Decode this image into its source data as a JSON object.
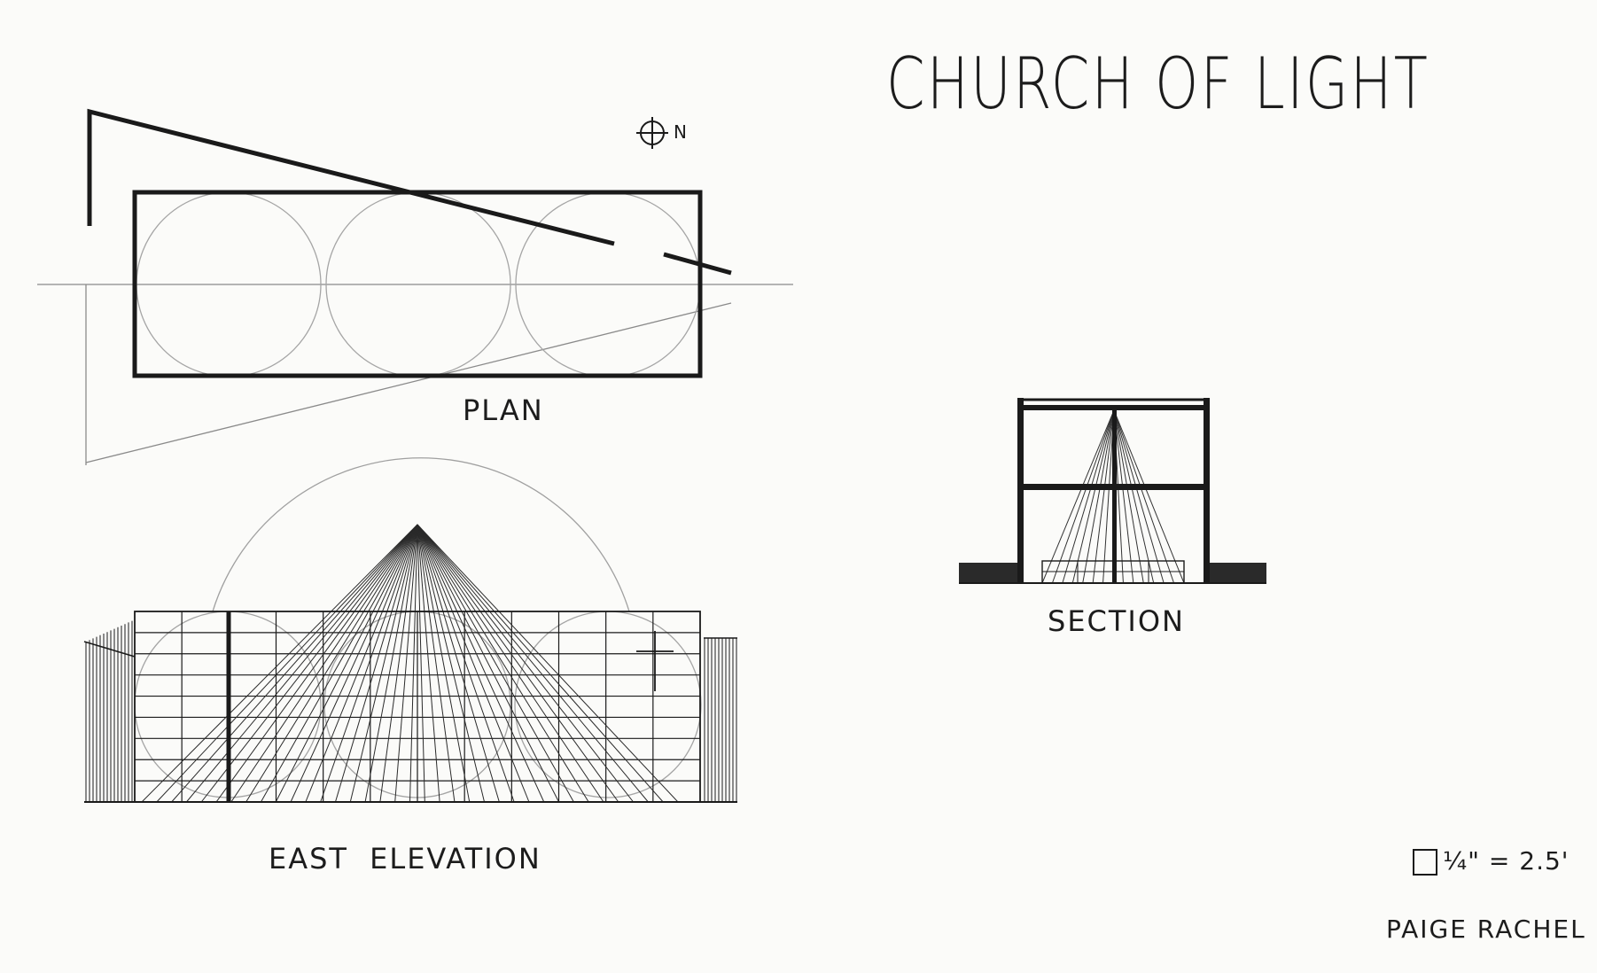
{
  "sheet": {
    "title": "CHURCH OF LIGHT",
    "plan_label": "PLAN",
    "section_label": "SECTION",
    "elevation_label": "EAST ELEVATION",
    "scale_label": "¼\" = 2.5'",
    "author": "PAIGE RACHEL",
    "north_label": "N"
  },
  "icons": {
    "north_arrow": "north-arrow-icon",
    "scale_square": "scale-square-icon"
  },
  "colors": {
    "paper": "#fbfbf9",
    "ink": "#1a1a1a",
    "pencil": "#9a9a9a"
  }
}
